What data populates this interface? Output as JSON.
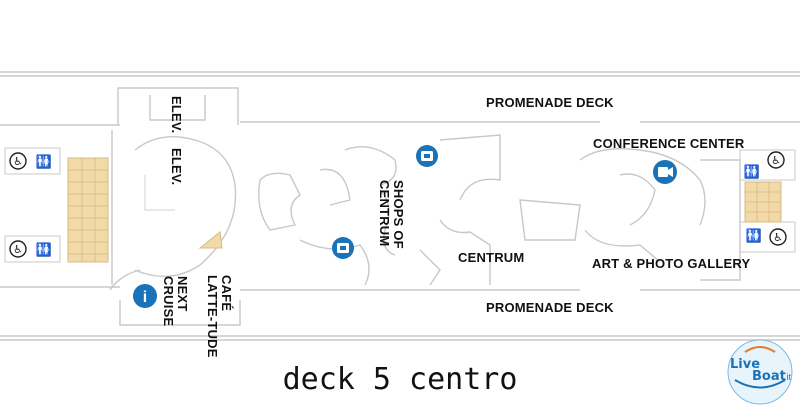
{
  "map": {
    "labels": {
      "promenade_top": "PROMENADE DECK",
      "promenade_bottom": "PROMENADE DECK",
      "elev1": "ELEV.",
      "elev2": "ELEV.",
      "shops": "SHOPS OF CENTRUM",
      "conference": "CONFERENCE CENTER",
      "centrum": "CENTRUM",
      "art_gallery": "ART & PHOTO GALLERY",
      "cafe": "CAFÉ LATTE-TUDE",
      "next_cruise": "NEXT CRUISE"
    },
    "caption": "deck 5 centro",
    "watermark": {
      "brand_live": "Live",
      "brand_boat": "Boat",
      "brand_suffix": ".it"
    },
    "icons": [
      "wheelchair-icon",
      "restroom-icon",
      "shop-icon",
      "info-icon",
      "conference-icon"
    ],
    "colors": {
      "icon_blue": "#1a73b8",
      "stair_tan": "#f2d9a8",
      "wall_grey": "#c8c8c8",
      "text": "#111111"
    }
  }
}
